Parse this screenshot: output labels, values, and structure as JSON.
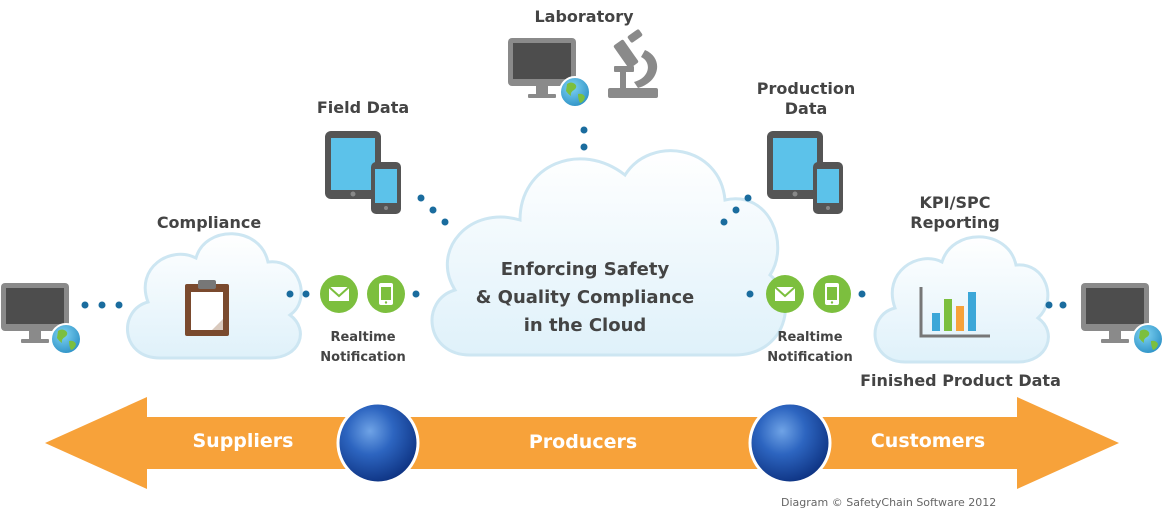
{
  "nodes": {
    "laboratory": "Laboratory",
    "field_data": "Field Data",
    "production_data_line1": "Production",
    "production_data_line2": "Data",
    "compliance": "Compliance",
    "kpi_line1": "KPI/SPC",
    "kpi_line2": "Reporting",
    "finished_product": "Finished Product Data"
  },
  "center": {
    "line1": "Enforcing Safety",
    "line2": "& Quality Compliance",
    "line3": "in the Cloud"
  },
  "notifications": {
    "left_line1": "Realtime",
    "left_line2": "Notification",
    "right_line1": "Realtime",
    "right_line2": "Notification"
  },
  "arrow": {
    "left": "Suppliers",
    "middle": "Producers",
    "right": "Customers"
  },
  "copyright": "Diagram © SafetyChain Software 2012",
  "colors": {
    "arrow": "#f7a23a",
    "cloud_fill": "#e9f6fc",
    "cloud_stroke": "#cfe7f3",
    "dots": "#1a6c9e",
    "screen": "#5cc2ea",
    "green": "#7cbf3e",
    "globe": "#3ca7d8",
    "sphere": "#1f4fa3"
  },
  "icons": [
    "monitor-icon",
    "globe-icon",
    "microscope-icon",
    "tablet-icon",
    "phone-icon",
    "clipboard-icon",
    "envelope-icon",
    "bar-chart-icon"
  ]
}
